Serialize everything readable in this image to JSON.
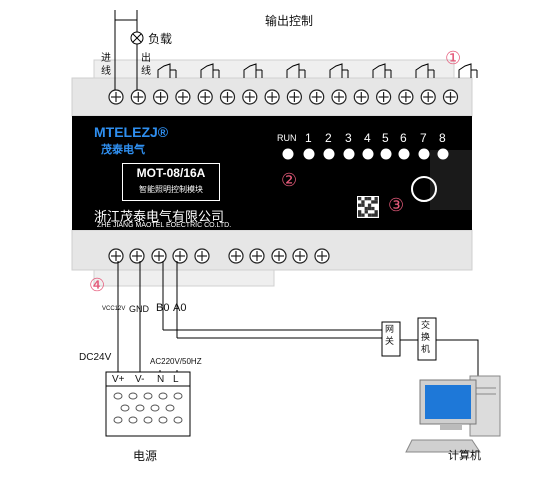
{
  "texts": {
    "output_control": "输出控制",
    "load": "负载",
    "in_line": "进\n线",
    "out_line": "出\n线",
    "brand_name": "MTELEZJ®",
    "brand_cn": "茂泰电气",
    "model": "MOT-08/16A",
    "model_desc": "智能照明控制模块",
    "company_cn": "浙江茂泰电气有限公司",
    "company_en": "ZHE JIANG MAOTEL EOECTRIC CO.LTD.",
    "run": "RUN",
    "channels": [
      "1",
      "2",
      "3",
      "4",
      "5",
      "6",
      "7",
      "8"
    ],
    "vcc": "VCC12V",
    "gnd": "GND",
    "b0": "B0",
    "a0": "A0",
    "dc24v": "DC24V",
    "ac220": "AC220V/50HZ",
    "power_terms": [
      "V+",
      "V-",
      "N",
      "L"
    ],
    "power_supply": "电源",
    "gateway": "网\n关",
    "switch": "交\n换\n机",
    "computer": "计算机"
  },
  "markers": [
    "①",
    "②",
    "③",
    "④"
  ],
  "colors": {
    "module_body": "#000000",
    "rail": "#e6e6e6",
    "brand_blue": "#2f8ff0",
    "marker_pink": "#e55a7a",
    "monitor_blue": "#1e78d8"
  }
}
